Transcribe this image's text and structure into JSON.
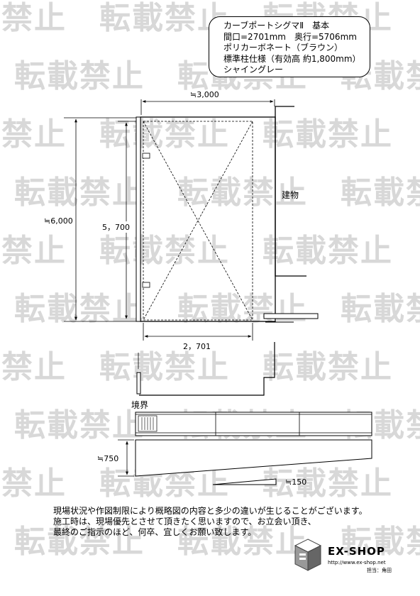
{
  "spec_box": {
    "line1": "カーブポートシグマⅡ　基本",
    "line2": "間口=2701mm　奥行=5706mm",
    "line3": "ポリカーボネート（ブラウン）",
    "line4": "標準柱仕様（有効高 約1,800mm）",
    "line5": "シャイングレー"
  },
  "dimensions": {
    "width_top": "≒3,000",
    "depth_outer": "≒6,000",
    "depth_inner": "5，700",
    "width_bottom": "2，701",
    "height_step": "≒750",
    "slope": "≒150"
  },
  "labels": {
    "building": "建物",
    "boundary": "境界"
  },
  "notes": {
    "line1": "現場状況や作図制限により概略図の内容と多少の違いが生じることがございます。",
    "line2": "施工時は、現場優先とさせて頂きたく思いますので、お立会い頂き、",
    "line3": "最終のご指示のほど、何卒、宜しくお願い致します。"
  },
  "logo": {
    "brand": "EX-SHOP",
    "url": "http://www.ex-shop.net",
    "staff": "担当：角田"
  },
  "watermark": {
    "text": "転載禁止"
  }
}
